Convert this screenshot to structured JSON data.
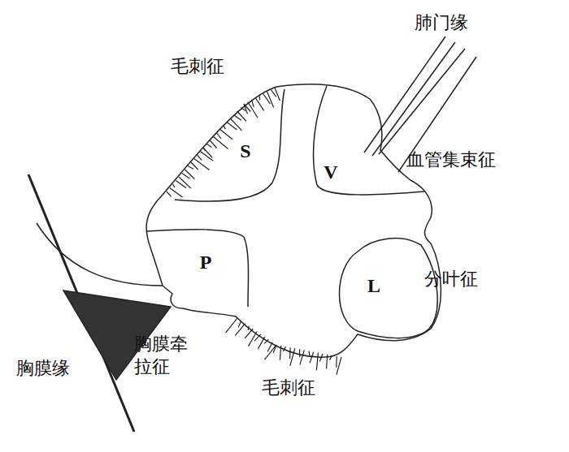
{
  "diagram": {
    "nodes": [
      {
        "text": [
          "S"
        ]
      },
      {
        "text": [
          "V"
        ]
      },
      {
        "text": [
          "P"
        ]
      },
      {
        "text": [
          "L"
        ]
      }
    ],
    "labels": [
      "毛刺征",
      "肺门缘",
      "血管集束征",
      "分叶征",
      "胸膜牵拉征",
      "胸膜缘",
      "毛刺征"
    ]
  }
}
